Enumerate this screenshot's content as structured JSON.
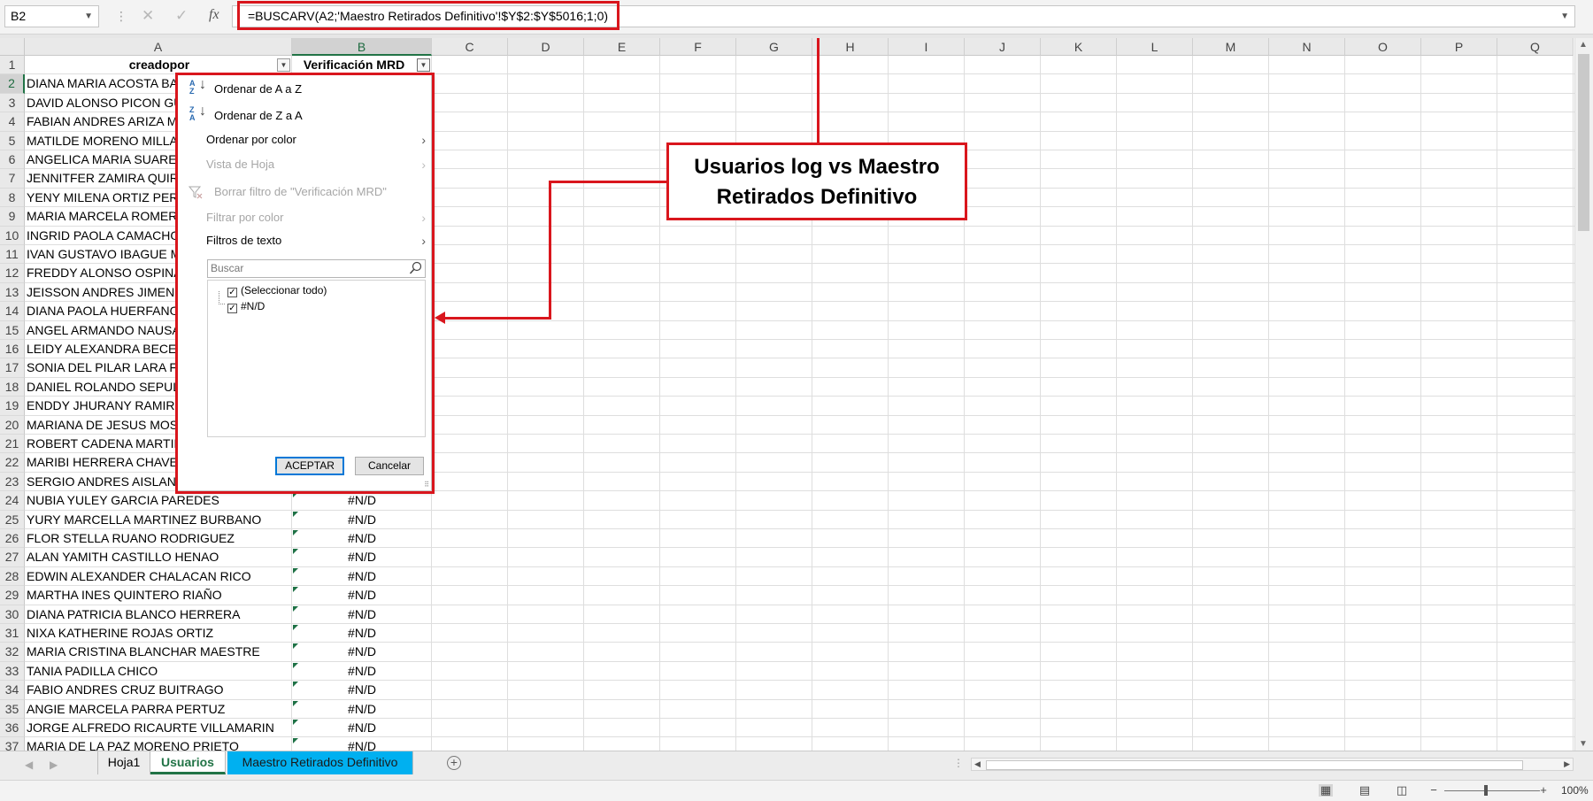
{
  "namebox": {
    "value": "B2"
  },
  "formula": {
    "value": "=BUSCARV(A2;'Maestro Retirados Definitivo'!$Y$2:$Y$5016;1;0)"
  },
  "columns": [
    "A",
    "B",
    "C",
    "D",
    "E",
    "F",
    "G",
    "H",
    "I",
    "J",
    "K",
    "L",
    "M",
    "N",
    "O",
    "P",
    "Q"
  ],
  "header_row": {
    "a": "creadopor",
    "b": "Verificación MRD"
  },
  "rows": [
    {
      "n": "1"
    },
    {
      "n": "2",
      "a": "DIANA MARIA ACOSTA BA",
      "b": ""
    },
    {
      "n": "3",
      "a": "DAVID  ALONSO PICON GU",
      "b": ""
    },
    {
      "n": "4",
      "a": "FABIAN ANDRES ARIZA MO",
      "b": ""
    },
    {
      "n": "5",
      "a": "MATILDE MORENO MILLAN",
      "b": ""
    },
    {
      "n": "6",
      "a": "ANGELICA  MARIA SUAREZ",
      "b": ""
    },
    {
      "n": "7",
      "a": "JENNITFER  ZAMIRA QUIRO",
      "b": ""
    },
    {
      "n": "8",
      "a": "YENY MILENA ORTIZ PEREZ",
      "b": ""
    },
    {
      "n": "9",
      "a": "MARIA MARCELA ROMERO",
      "b": ""
    },
    {
      "n": "10",
      "a": "INGRID PAOLA CAMACHO",
      "b": ""
    },
    {
      "n": "11",
      "a": "IVAN  GUSTAVO IBAGUE M",
      "b": ""
    },
    {
      "n": "12",
      "a": "FREDDY ALONSO OSPINA S",
      "b": ""
    },
    {
      "n": "13",
      "a": "JEISSON ANDRES JIMENEZ",
      "b": ""
    },
    {
      "n": "14",
      "a": "DIANA PAOLA HUERFANO",
      "b": ""
    },
    {
      "n": "15",
      "a": "ANGEL ARMANDO NAUSA",
      "b": ""
    },
    {
      "n": "16",
      "a": "LEIDY  ALEXANDRA BECERI",
      "b": ""
    },
    {
      "n": "17",
      "a": "SONIA DEL PILAR LARA FO",
      "b": ""
    },
    {
      "n": "18",
      "a": "DANIEL ROLANDO SEPULV",
      "b": ""
    },
    {
      "n": "19",
      "a": "ENDDY JHURANY RAMIREZ",
      "b": ""
    },
    {
      "n": "20",
      "a": "MARIANA DE JESUS MOSC",
      "b": ""
    },
    {
      "n": "21",
      "a": "ROBERT CADENA MARTIN",
      "b": ""
    },
    {
      "n": "22",
      "a": "MARIBI HERRERA CHAVEZ",
      "b": ""
    },
    {
      "n": "23",
      "a": "SERGIO ANDRES AISLANT",
      "b": ""
    },
    {
      "n": "24",
      "a": "NUBIA YULEY GARCIA PAREDES",
      "b": "#N/D"
    },
    {
      "n": "25",
      "a": "YURY MARCELLA MARTINEZ BURBANO",
      "b": "#N/D"
    },
    {
      "n": "26",
      "a": "FLOR  STELLA RUANO RODRIGUEZ",
      "b": "#N/D"
    },
    {
      "n": "27",
      "a": "ALAN YAMITH CASTILLO HENAO",
      "b": "#N/D"
    },
    {
      "n": "28",
      "a": "EDWIN ALEXANDER CHALACAN RICO",
      "b": "#N/D"
    },
    {
      "n": "29",
      "a": "MARTHA INES QUINTERO RIAÑO",
      "b": "#N/D"
    },
    {
      "n": "30",
      "a": "DIANA PATRICIA BLANCO HERRERA",
      "b": "#N/D"
    },
    {
      "n": "31",
      "a": "NIXA  KATHERINE ROJAS ORTIZ",
      "b": "#N/D"
    },
    {
      "n": "32",
      "a": "MARIA  CRISTINA BLANCHAR MAESTRE",
      "b": "#N/D"
    },
    {
      "n": "33",
      "a": "TANIA PADILLA CHICO",
      "b": "#N/D"
    },
    {
      "n": "34",
      "a": "FABIO ANDRES CRUZ BUITRAGO",
      "b": "#N/D"
    },
    {
      "n": "35",
      "a": "ANGIE MARCELA PARRA PERTUZ",
      "b": "#N/D"
    },
    {
      "n": "36",
      "a": "JORGE ALFREDO RICAURTE VILLAMARIN",
      "b": "#N/D"
    },
    {
      "n": "37",
      "a": "MARIA  DE LA PAZ MORENO PRIETO",
      "b": "#N/D"
    }
  ],
  "filter_menu": {
    "sort_az": "Ordenar de A a Z",
    "sort_za": "Ordenar de Z a A",
    "sort_color": "Ordenar por color",
    "sheet_view": "Vista de Hoja",
    "clear_filter": "Borrar filtro de \"Verificación MRD\"",
    "filter_color": "Filtrar por color",
    "text_filters": "Filtros de texto",
    "search_placeholder": "Buscar",
    "list": [
      "(Seleccionar todo)",
      "#N/D"
    ],
    "ok": "ACEPTAR",
    "cancel": "Cancelar"
  },
  "annotation": {
    "line1": "Usuarios log vs Maestro",
    "line2": "Retirados Definitivo",
    "color": "#d9161d"
  },
  "sheet_tabs": [
    "Hoja1",
    "Usuarios",
    "Maestro Retirados Definitivo"
  ],
  "active_tab": "Usuarios",
  "zoom": "100%",
  "colors": {
    "accent": "#217346",
    "tab_highlight": "#00b0f0",
    "annotation": "#d9161d"
  },
  "icons": [
    "sort-az-icon",
    "sort-za-icon",
    "funnel-clear-icon",
    "search-icon",
    "add-sheet-icon",
    "normal-view-icon",
    "page-layout-icon",
    "page-break-icon"
  ]
}
